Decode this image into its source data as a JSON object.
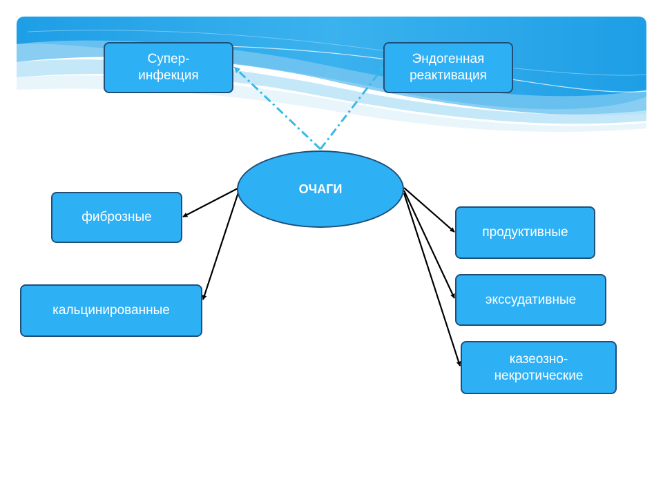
{
  "diagram": {
    "center": {
      "label": "ОЧАГИ"
    },
    "nodes": {
      "superinfection": "Супер-\nинфекция",
      "endogenous": "Эндогенная\nреактивация",
      "fibrous": "фиброзные",
      "calcified": "кальцинированные",
      "productive": "продуктивные",
      "exudative": "экссудативные",
      "caseous": "казеозно-\nнекротические"
    },
    "colors": {
      "node_fill": "#2eb0f5",
      "node_border": "#1f4e79",
      "dashed_arrow": "#38b7ea",
      "solid_arrow": "#000000",
      "wave_light": "#bfe6f8",
      "wave_mid": "#74c6f0",
      "wave_dark": "#2aa3e6"
    }
  }
}
